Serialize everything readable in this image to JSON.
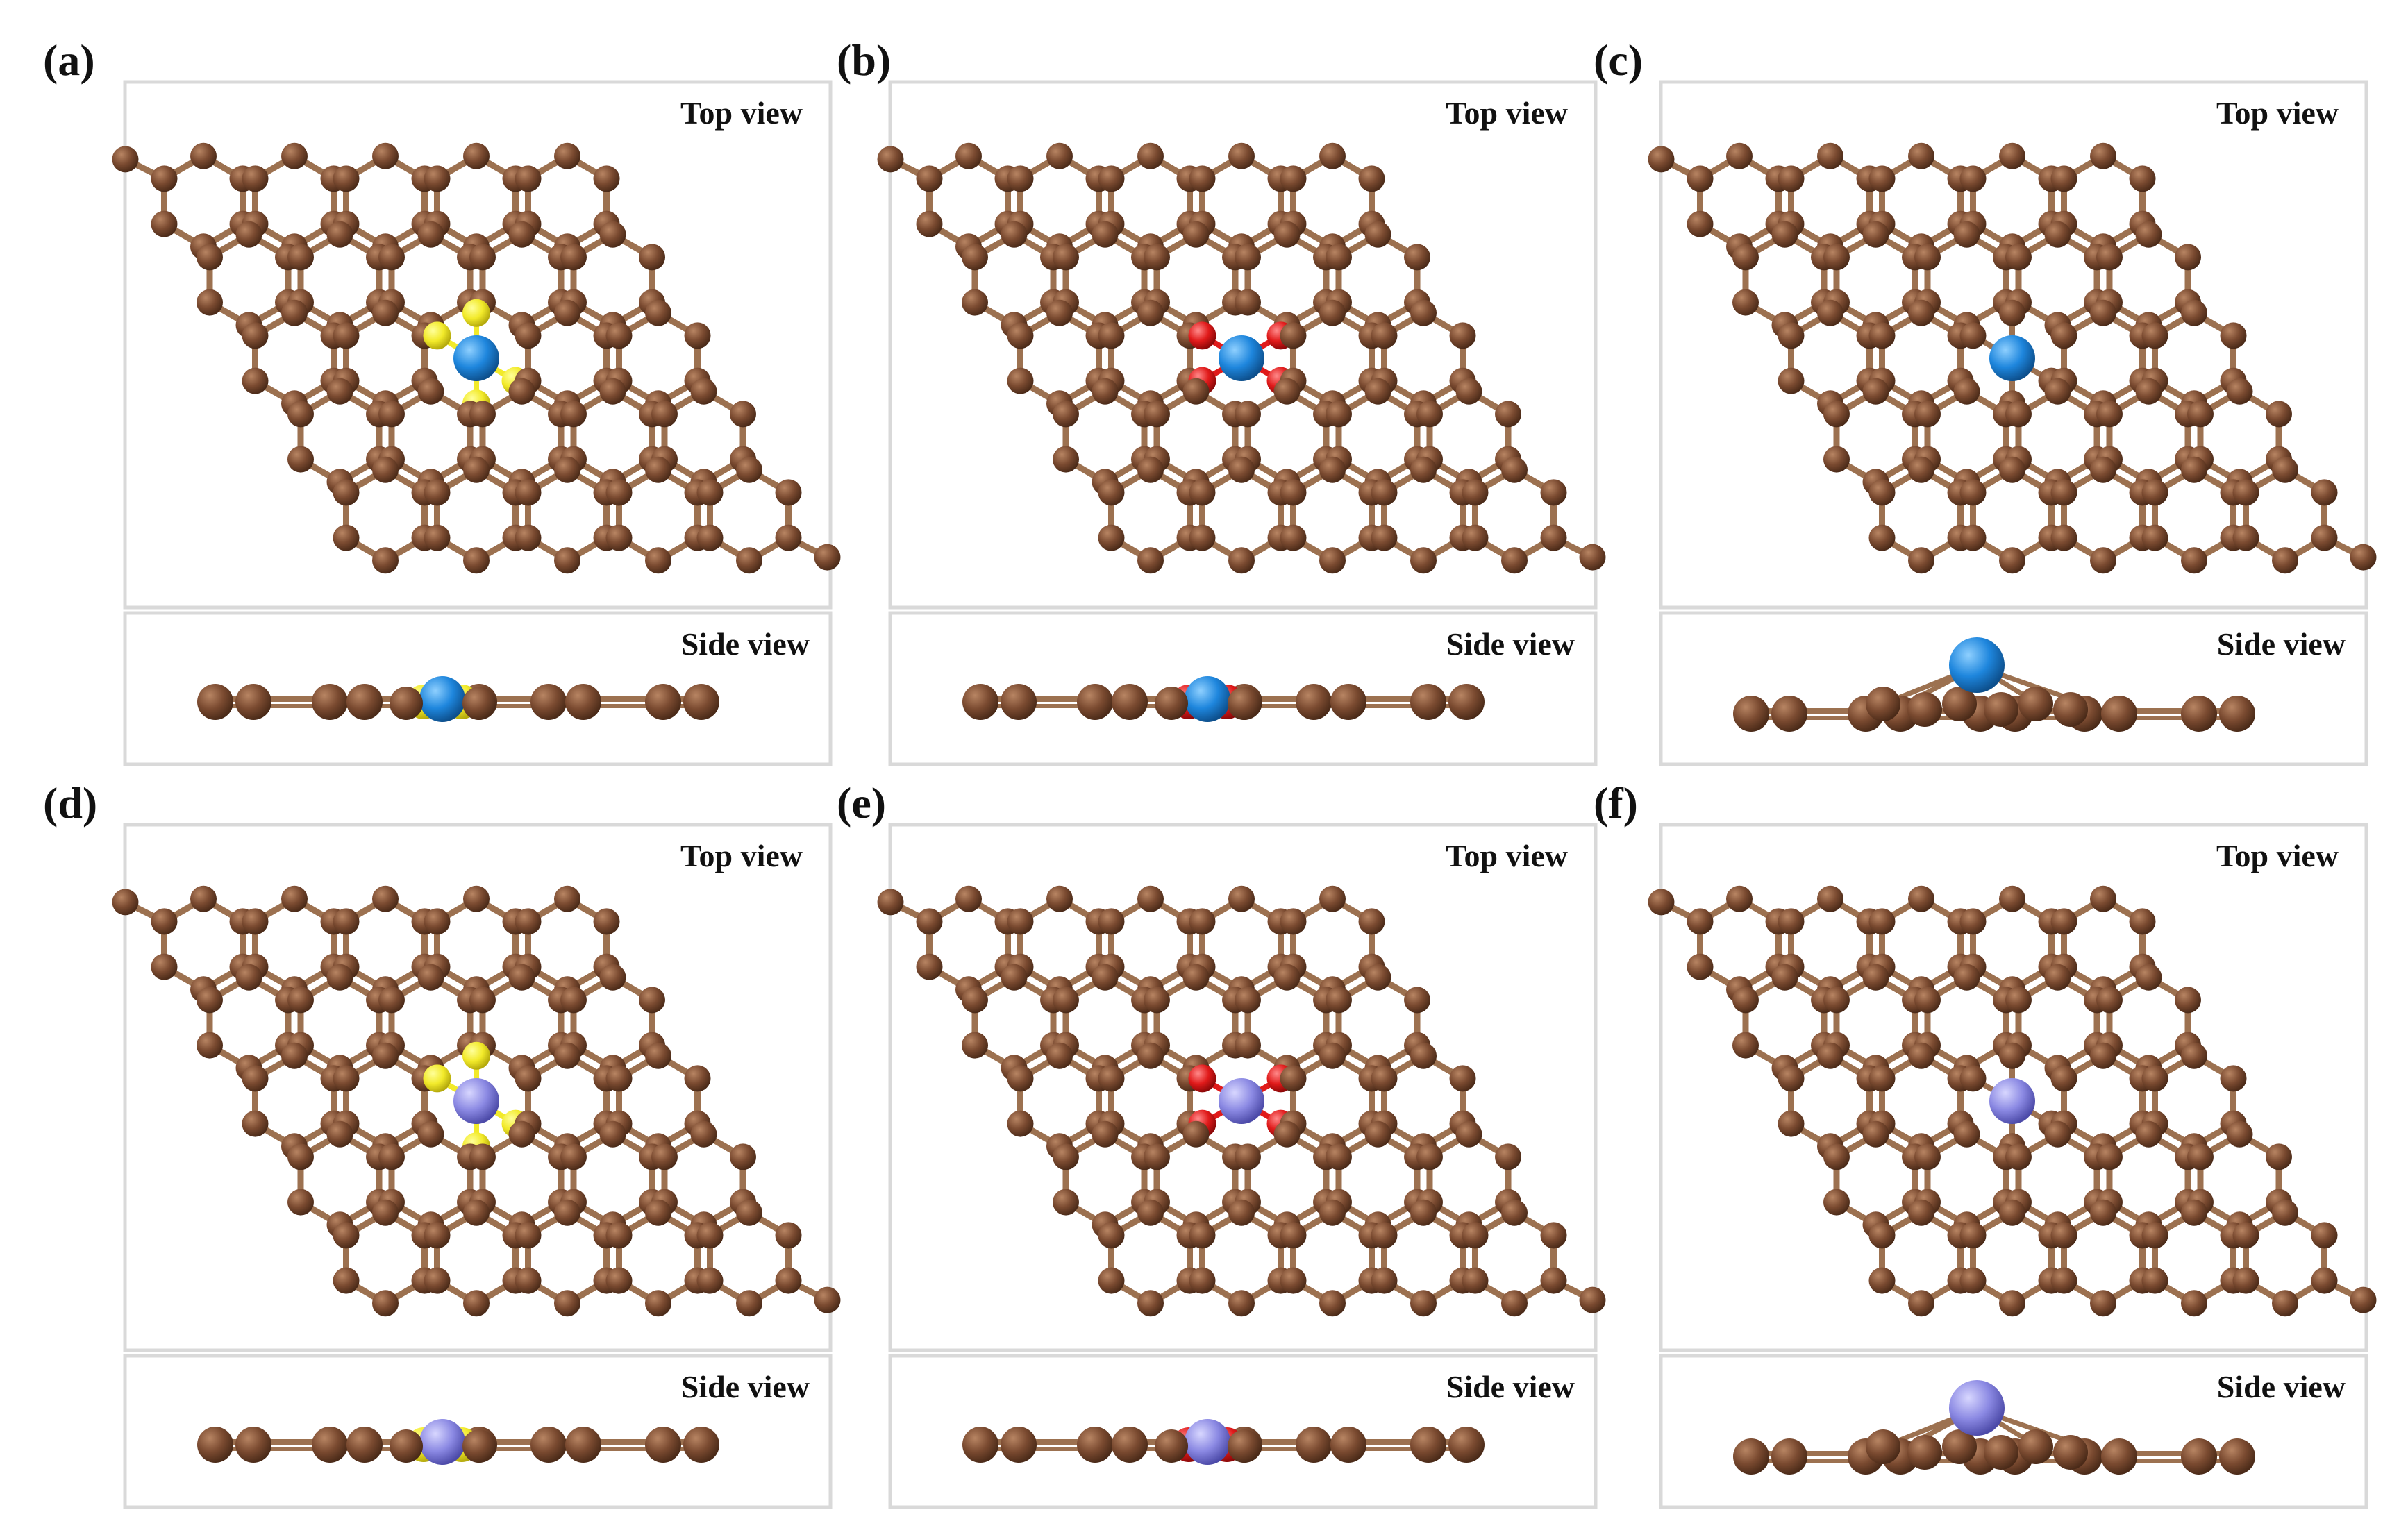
{
  "labels": {
    "top_view": "Top view",
    "side_view": "Side view"
  },
  "colors": {
    "carbon": "#7a4a30",
    "bond": "#9c7150",
    "sulfur": "#f2ea2a",
    "oxygen": "#e01a1a",
    "metal_blue": "#1e86dd",
    "metal_violet": "#8b89e3"
  },
  "panels": [
    {
      "id": "a",
      "label": "(a)",
      "coordination": "S",
      "metal": "metal_blue"
    },
    {
      "id": "b",
      "label": "(b)",
      "coordination": "O",
      "metal": "metal_blue"
    },
    {
      "id": "c",
      "label": "(c)",
      "coordination": "C",
      "metal": "metal_blue"
    },
    {
      "id": "d",
      "label": "(d)",
      "coordination": "S",
      "metal": "metal_violet"
    },
    {
      "id": "e",
      "label": "(e)",
      "coordination": "O",
      "metal": "metal_violet"
    },
    {
      "id": "f",
      "label": "(f)",
      "coordination": "C",
      "metal": "metal_violet"
    }
  ]
}
